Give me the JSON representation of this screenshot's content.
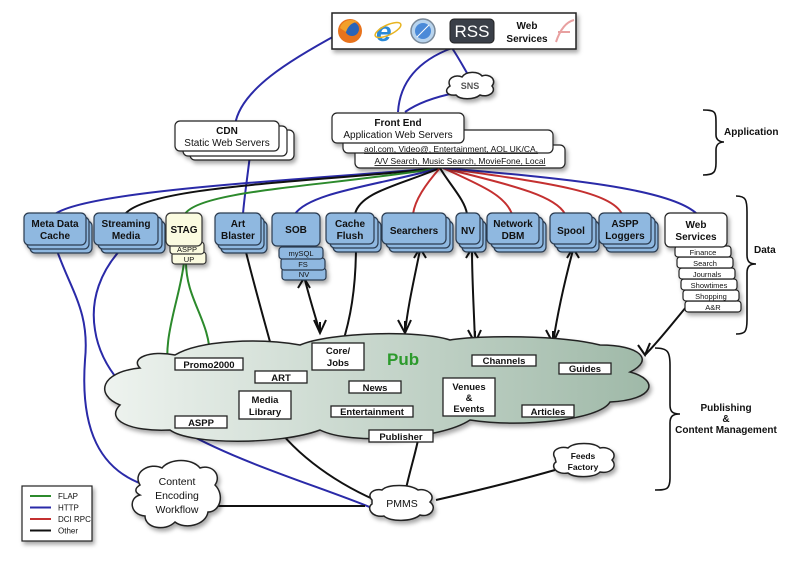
{
  "browser_bar": {
    "icons": [
      "firefox-icon",
      "internet-explorer-icon",
      "safari-icon",
      "rss-icon",
      "flash-icon"
    ],
    "rss_label": "RSS",
    "web_services_line1": "Web",
    "web_services_line2": "Services"
  },
  "sns": {
    "label": "SNS"
  },
  "cdn": {
    "title": "CDN",
    "subtitle": "Static Web Servers"
  },
  "front_end": {
    "title": "Front End",
    "subtitle": "Application Web Servers",
    "line2": "aol.com, Video@, Entertainment, AOL UK/CA,",
    "line3": "A/V Search, Music Search, MovieFone, Local"
  },
  "sections": {
    "application": "Application",
    "data": "Data",
    "publishing_line1": "Publishing",
    "publishing_line2": "&",
    "publishing_line3": "Content Management"
  },
  "data_tier": {
    "meta_data_cache": [
      "Meta Data",
      "Cache"
    ],
    "streaming_media": [
      "Streaming",
      "Media"
    ],
    "stag": {
      "title": "STAG",
      "subs": [
        "ASPP",
        "UP"
      ]
    },
    "art_blaster": [
      "Art",
      "Blaster"
    ],
    "sob": {
      "title": "SOB",
      "subs": [
        "mySQL",
        "FS",
        "NV"
      ]
    },
    "cache_flush": [
      "Cache",
      "Flush"
    ],
    "searchers": "Searchers",
    "nv": "NV",
    "network_dbm": [
      "Network",
      "DBM"
    ],
    "spool": "Spool",
    "aspp_loggers": [
      "ASPP",
      "Loggers"
    ],
    "web_services": {
      "title": [
        "Web",
        "Services"
      ],
      "subs": [
        "Finance",
        "Search",
        "Journals",
        "Showtimes",
        "Shopping",
        "A&R"
      ]
    }
  },
  "pub_cloud": {
    "title": "Pub",
    "title_color": "#2c9a2c",
    "items": {
      "promo2000": "Promo2000",
      "art": "ART",
      "core_jobs": [
        "Core/",
        "Jobs"
      ],
      "channels": "Channels",
      "guides": "Guides",
      "news": "News",
      "venues_events": [
        "Venues",
        "&",
        "Events"
      ],
      "media_library": [
        "Media",
        "Library"
      ],
      "entertainment": "Entertainment",
      "articles": "Articles",
      "aspp": "ASPP",
      "publisher": "Publisher"
    }
  },
  "bottom": {
    "content_encoding": [
      "Content",
      "Encoding",
      "Workflow"
    ],
    "pmms": "PMMS",
    "feeds_factory": [
      "Feeds",
      "Factory"
    ]
  },
  "legend": {
    "items": [
      {
        "label": "FLAP",
        "color": "#2c8a2c"
      },
      {
        "label": "HTTP",
        "color": "#2a2aa8"
      },
      {
        "label": "DCI RPC",
        "color": "#c43030"
      },
      {
        "label": "Other",
        "color": "#111111"
      }
    ]
  }
}
